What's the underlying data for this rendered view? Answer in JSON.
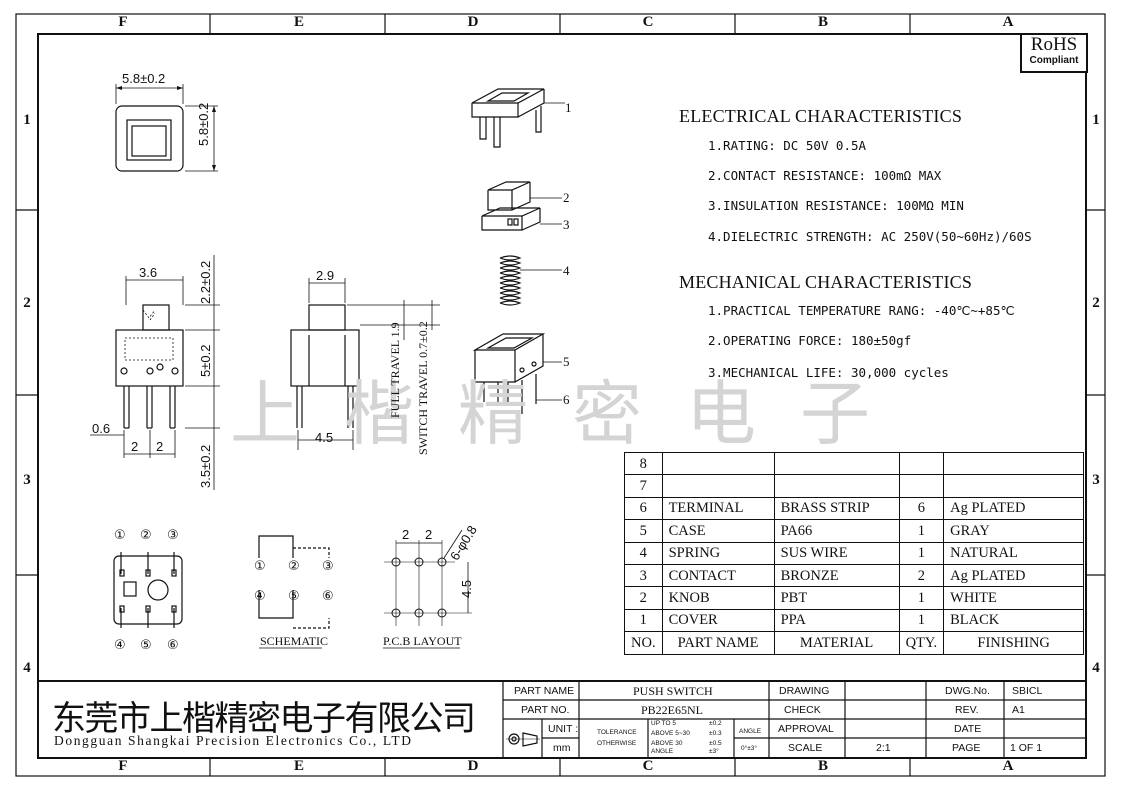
{
  "border": {
    "columns": [
      "F",
      "E",
      "D",
      "C",
      "B",
      "A"
    ],
    "rows": [
      "1",
      "2",
      "3",
      "4"
    ]
  },
  "rohs": {
    "line1": "RoHS",
    "line2": "Compliant"
  },
  "watermark": "上楷精密电子",
  "dimensions": {
    "top_width": "5.8±0.2",
    "top_height": "5.8±0.2",
    "front_width": "3.6",
    "front_top": "2.2±0.2",
    "front_body": "5±0.2",
    "front_pin": "3.5±0.2",
    "pin_width": "0.6",
    "pin_pitch_a": "2",
    "pin_pitch_b": "2",
    "side_width": "2.9",
    "side_span": "4.5",
    "full_travel": "FULL TRAVEL 1.9",
    "switch_travel": "SWITCH TRAVEL 0.7±0.2",
    "pcb_pitch_a": "2",
    "pcb_pitch_b": "2",
    "pcb_hole": "6-φ0.8",
    "pcb_row": "4.5"
  },
  "callouts": [
    "1",
    "2",
    "3",
    "4",
    "5",
    "6"
  ],
  "pin_labels": [
    "①",
    "②",
    "③",
    "④",
    "⑤",
    "⑥"
  ],
  "views": {
    "schematic": "SCHEMATIC",
    "pcb_layout": "P.C.B LAYOUT"
  },
  "electrical": {
    "title": "ELECTRICAL CHARACTERISTICS",
    "items": [
      "1.RATING: DC 50V 0.5A",
      "2.CONTACT RESISTANCE: 100mΩ MAX",
      "3.INSULATION RESISTANCE: 100MΩ MIN",
      "4.DIELECTRIC STRENGTH: AC 250V(50~60Hz)/60S"
    ]
  },
  "mechanical": {
    "title": "MECHANICAL CHARACTERISTICS",
    "items": [
      "1.PRACTICAL TEMPERATURE RANG: -40℃~+85℃",
      "2.OPERATING FORCE: 180±50gf",
      "3.MECHANICAL LIFE: 30,000 cycles"
    ]
  },
  "bom": {
    "header": {
      "no": "NO.",
      "part": "PART NAME",
      "material": "MATERIAL",
      "qty": "QTY.",
      "finishing": "FINISHING"
    },
    "rows": [
      {
        "no": "8",
        "part": "",
        "material": "",
        "qty": "",
        "finishing": ""
      },
      {
        "no": "7",
        "part": "",
        "material": "",
        "qty": "",
        "finishing": ""
      },
      {
        "no": "6",
        "part": "TERMINAL",
        "material": "BRASS STRIP",
        "qty": "6",
        "finishing": "Ag PLATED"
      },
      {
        "no": "5",
        "part": "CASE",
        "material": "PA66",
        "qty": "1",
        "finishing": "GRAY"
      },
      {
        "no": "4",
        "part": "SPRING",
        "material": "SUS WIRE",
        "qty": "1",
        "finishing": "NATURAL"
      },
      {
        "no": "3",
        "part": "CONTACT",
        "material": "BRONZE",
        "qty": "2",
        "finishing": "Ag PLATED"
      },
      {
        "no": "2",
        "part": "KNOB",
        "material": "PBT",
        "qty": "1",
        "finishing": "WHITE"
      },
      {
        "no": "1",
        "part": "COVER",
        "material": "PPA",
        "qty": "1",
        "finishing": "BLACK"
      }
    ]
  },
  "title_block": {
    "company_cn": "东莞市上楷精密电子有限公司",
    "company_en": "Dongguan Shangkai Precision Electronics Co., LTD",
    "part_name_label": "PART NAME",
    "part_name": "PUSH SWITCH",
    "part_no_label": "PART NO.",
    "part_no": "PB22E65NL",
    "unit_label": "UNIT :",
    "unit": "mm",
    "tolerance_label": "TOLERANCE",
    "otherwise_label": "OTHERWISE",
    "tol_up_to_5": "UP TO 5",
    "tol_up_to_5_val": "±0.2",
    "tol_above_5": "ABOVE 5~30",
    "tol_above_5_val": "±0.3",
    "tol_above_30": "ABOVE 30",
    "tol_above_30_val": "±0.5",
    "tol_angle": "ANGLE",
    "tol_angle_val": "±3°",
    "angle_label": "ANGLE",
    "angle_val": "0°±3°",
    "drawing_label": "DRAWING",
    "check_label": "CHECK",
    "approval_label": "APPROVAL",
    "scale_label": "SCALE",
    "scale": "2:1",
    "dwg_no_label": "DWG.No.",
    "dwg_no": "SBICL",
    "rev_label": "REV.",
    "rev": "A1",
    "date_label": "DATE",
    "date": "",
    "page_label": "PAGE",
    "page": "1 OF 1"
  }
}
